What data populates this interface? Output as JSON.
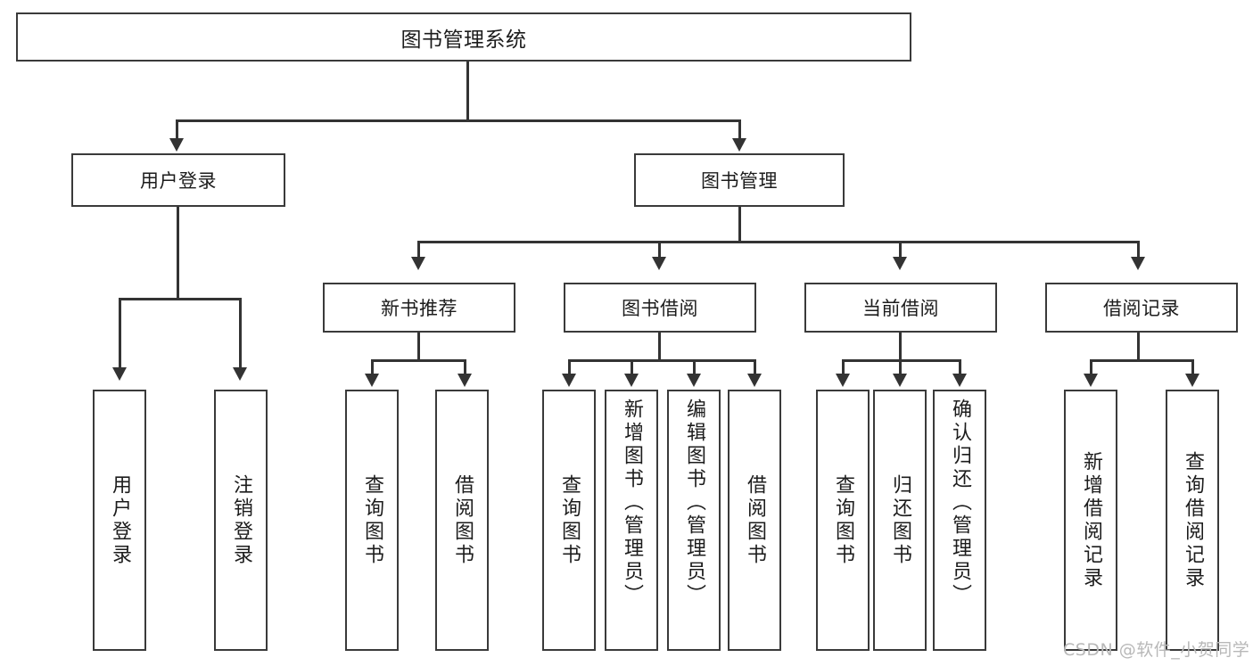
{
  "diagram": {
    "type": "tree-hierarchy",
    "title": "图书管理系统",
    "root": {
      "label": "图书管理系统"
    },
    "level2": [
      {
        "label": "用户登录"
      },
      {
        "label": "图书管理"
      }
    ],
    "level3": [
      {
        "label": "新书推荐"
      },
      {
        "label": "图书借阅"
      },
      {
        "label": "当前借阅"
      },
      {
        "label": "借阅记录"
      }
    ],
    "leaves": {
      "user_login": [
        {
          "label": "用户登录"
        },
        {
          "label": "注销登录"
        }
      ],
      "new_book_recommend": [
        {
          "label": "查询图书"
        },
        {
          "label": "借阅图书"
        }
      ],
      "book_borrow": [
        {
          "label": "查询图书"
        },
        {
          "label": "新增图书（管理员）"
        },
        {
          "label": "编辑图书（管理员）"
        },
        {
          "label": "借阅图书"
        }
      ],
      "current_borrow": [
        {
          "label": "查询图书"
        },
        {
          "label": "归还图书"
        },
        {
          "label": "确认归还（管理员）"
        }
      ],
      "borrow_records": [
        {
          "label": "新增借阅记录"
        },
        {
          "label": "查询借阅记录"
        }
      ]
    }
  },
  "watermark": {
    "text": "CSDN @软件_小贺同学"
  },
  "colors": {
    "box_border": "#3a3a3a",
    "line": "#333333",
    "background": "#ffffff",
    "text": "#1c1c1c",
    "watermark": "#b8b8b8"
  }
}
